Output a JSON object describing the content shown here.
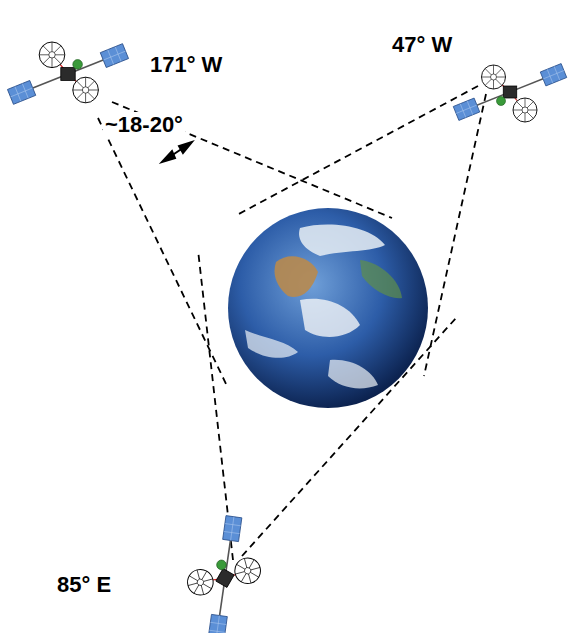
{
  "diagram": {
    "labels": [
      "171° W",
      "47° W",
      "~18-20°",
      "85° E"
    ]
  }
}
